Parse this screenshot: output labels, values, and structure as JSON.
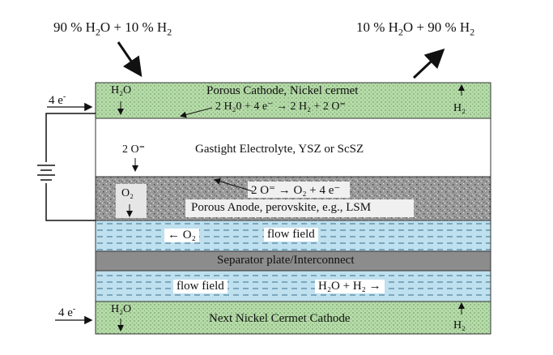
{
  "inlet_gas": {
    "pre": "90 %  H",
    "sub1": "2",
    "mid": "O + 10 % H",
    "sub2": "2"
  },
  "outlet_gas": {
    "pre": "10 % H",
    "sub1": "2",
    "mid": "O + 90 % H",
    "sub2": "2"
  },
  "electrons_top": {
    "num": "4 e",
    "sup": "-"
  },
  "electrons_bottom": {
    "num": "4 e",
    "sup": "-"
  },
  "cathode": {
    "title": "Porous Cathode, Nickel cermet",
    "reaction": "2 H₂0 + 4 e⁻ → 2 H₂ + 2 O⁼",
    "in_species": "H₂O",
    "out_species": "H₂"
  },
  "electrolyte": {
    "title": "Gastight Electrolyte, YSZ or ScSZ",
    "ion": "2 O⁼"
  },
  "anode": {
    "reaction": "2 O⁼ → O₂ + 4 e⁻",
    "title": "Porous Anode, perovskite, e.g., LSM",
    "species": "O₂"
  },
  "flow_field_top": {
    "label": "flow field",
    "flow": "← O₂"
  },
  "separator": {
    "label": "Separator plate/Interconnect"
  },
  "flow_field_bottom": {
    "label": "flow field",
    "flow": "H₂O + H₂ →"
  },
  "next_cathode": {
    "title": "Next Nickel Cermet Cathode",
    "in_species": "H₂O",
    "out_species": "H₂"
  },
  "colors": {
    "cathode": "#b3d9a8",
    "flow": "#bfe0ee",
    "separator": "#8c8c8c",
    "anode": "#8f8f8f"
  }
}
